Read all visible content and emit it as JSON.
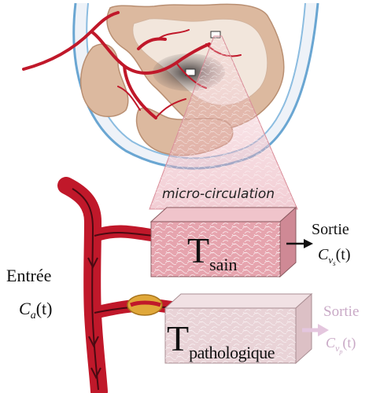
{
  "labels": {
    "micro_circulation": "micro-circulation",
    "entree": "Entrée",
    "sortie_healthy": "Sortie",
    "sortie_pathological": "Sortie"
  },
  "equations": {
    "inflow": {
      "main": "C",
      "sub": "a",
      "arg": "(t)"
    },
    "outflow_healthy": {
      "main": "C",
      "sub": "v",
      "subsub": "s",
      "arg": "(t)"
    },
    "outflow_pathological": {
      "main": "C",
      "sub": "v",
      "subsub": "p",
      "arg": "(t)"
    }
  },
  "tissues": {
    "healthy": {
      "main": "T",
      "sub": "sain"
    },
    "pathological": {
      "main": "T",
      "sub": "pathologique"
    }
  },
  "colors": {
    "artery": "#c0182a",
    "artery_dark": "#8a0e1c",
    "tissue_healthy": "#e6a4ae",
    "tissue_pathological": "#e9d3d7",
    "brain_tissue": "#dcb99f",
    "brain_cortex": "#f2e6dc",
    "skull": "#6aa6d2",
    "lesion": "#3f3a3a",
    "plaque": "#e0a83a",
    "faded_text": "#c9a9c6"
  }
}
